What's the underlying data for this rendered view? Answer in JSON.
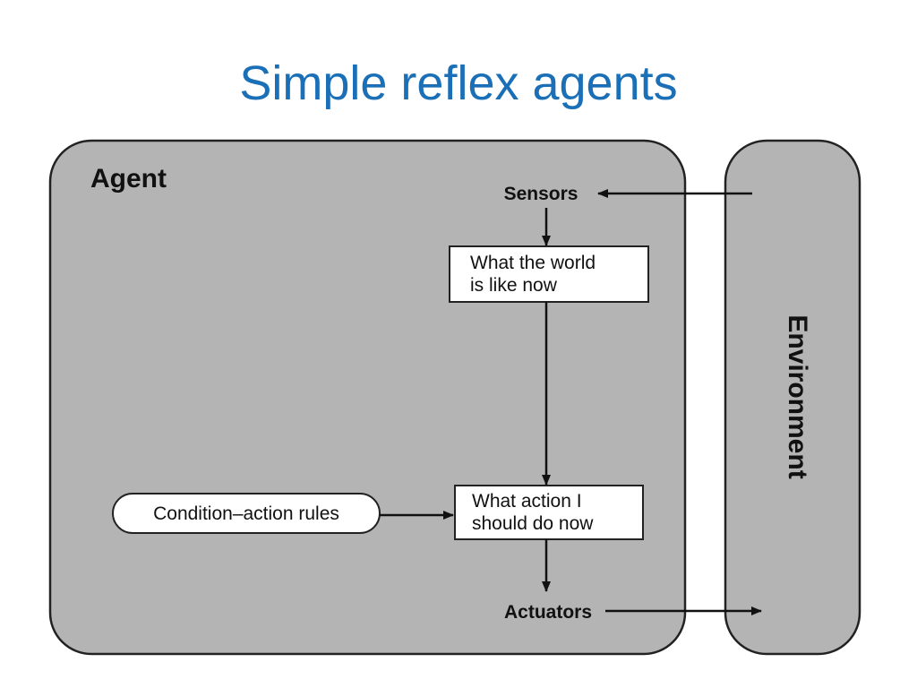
{
  "title": "Simple reflex agents",
  "diagram": {
    "agent_label": "Agent",
    "environment_label": "Environment",
    "sensors_label": "Sensors",
    "actuators_label": "Actuators",
    "world_box": {
      "line1": "What the world",
      "line2": "is like now"
    },
    "action_box": {
      "line1": "What action I",
      "line2": "should do now"
    },
    "rules_label": "Condition–action rules"
  },
  "colors": {
    "title": "#1a6fb7",
    "panel_fill": "#b4b4b4",
    "panel_stroke": "#222222",
    "box_fill": "#ffffff",
    "arrow": "#111111"
  }
}
